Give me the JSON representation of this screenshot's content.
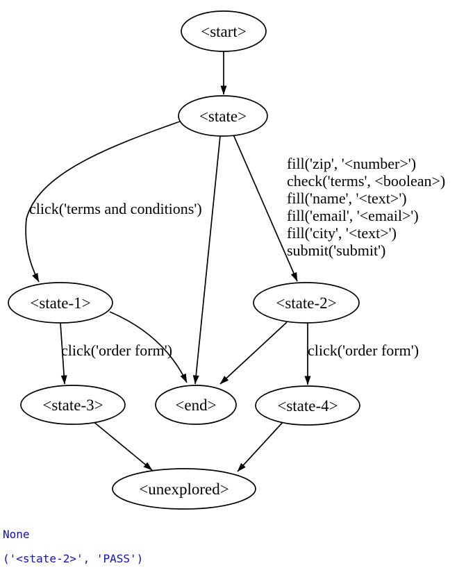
{
  "colors": {
    "background": "#ffffff",
    "ink": "#000000",
    "output_text": "#0d0dcd"
  },
  "graph": {
    "nodes": {
      "start": "<start>",
      "state": "<state>",
      "state1": "<state-1>",
      "state2": "<state-2>",
      "state3": "<state-3>",
      "end": "<end>",
      "state4": "<state-4>",
      "unexplored": "<unexplored>"
    },
    "edge_labels": {
      "terms": "click('terms and conditions')",
      "fill_block": [
        "fill('zip', '<number>')",
        "check('terms', <boolean>)",
        "fill('name', '<text>')",
        "fill('email', '<email>')",
        "fill('city', '<text>')",
        "submit('submit')"
      ],
      "order_form_left": "click('order form')",
      "order_form_right": "click('order form')"
    },
    "edges": [
      {
        "from": "start",
        "to": "state"
      },
      {
        "from": "state",
        "to": "state-1",
        "label": "click('terms and conditions')"
      },
      {
        "from": "state",
        "to": "end"
      },
      {
        "from": "state",
        "to": "state-2",
        "label": "fill('zip', '<number>') / check('terms', <boolean>) / fill('name', '<text>') / fill('email', '<email>') / fill('city', '<text>') / submit('submit')"
      },
      {
        "from": "state-1",
        "to": "state-3",
        "label": "click('order form')"
      },
      {
        "from": "state-1",
        "to": "end"
      },
      {
        "from": "state-2",
        "to": "end"
      },
      {
        "from": "state-2",
        "to": "state-4",
        "label": "click('order form')"
      },
      {
        "from": "state-3",
        "to": "unexplored"
      },
      {
        "from": "state-4",
        "to": "unexplored"
      }
    ]
  },
  "output": {
    "line1": "None",
    "line2": "('<state-2>', 'PASS')"
  }
}
